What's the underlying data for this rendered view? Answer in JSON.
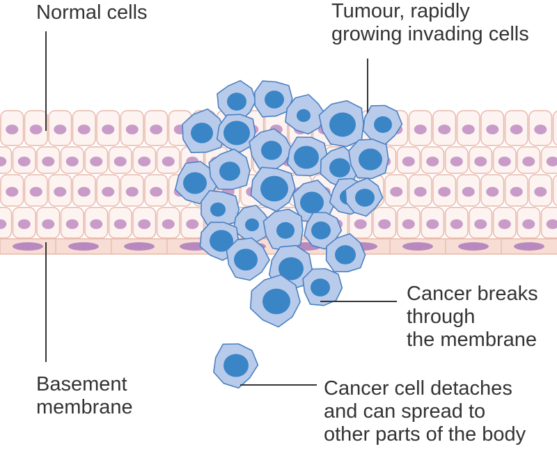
{
  "labels": {
    "normal_cells": [
      "Normal cells"
    ],
    "tumour": [
      "Tumour, rapidly",
      "growing invading cells"
    ],
    "breaks_through": [
      "Cancer breaks",
      "through",
      "the membrane"
    ],
    "basement": [
      "Basement",
      "membrane"
    ],
    "detaches": [
      "Cancer cell detaches",
      "and can spread to",
      "other parts of the body"
    ]
  },
  "colors": {
    "normal_cell_fill": "#fdf3f0",
    "normal_cell_stroke": "#e9b8ab",
    "normal_nucleus": "#c99bc9",
    "membrane_fill": "#f7ddd4",
    "membrane_nucleus": "#b889be",
    "cancer_cell_fill": "#b9cbeb",
    "cancer_cell_stroke": "#4a80c2",
    "cancer_nucleus": "#3a85c6",
    "leader_line": "#333333"
  }
}
